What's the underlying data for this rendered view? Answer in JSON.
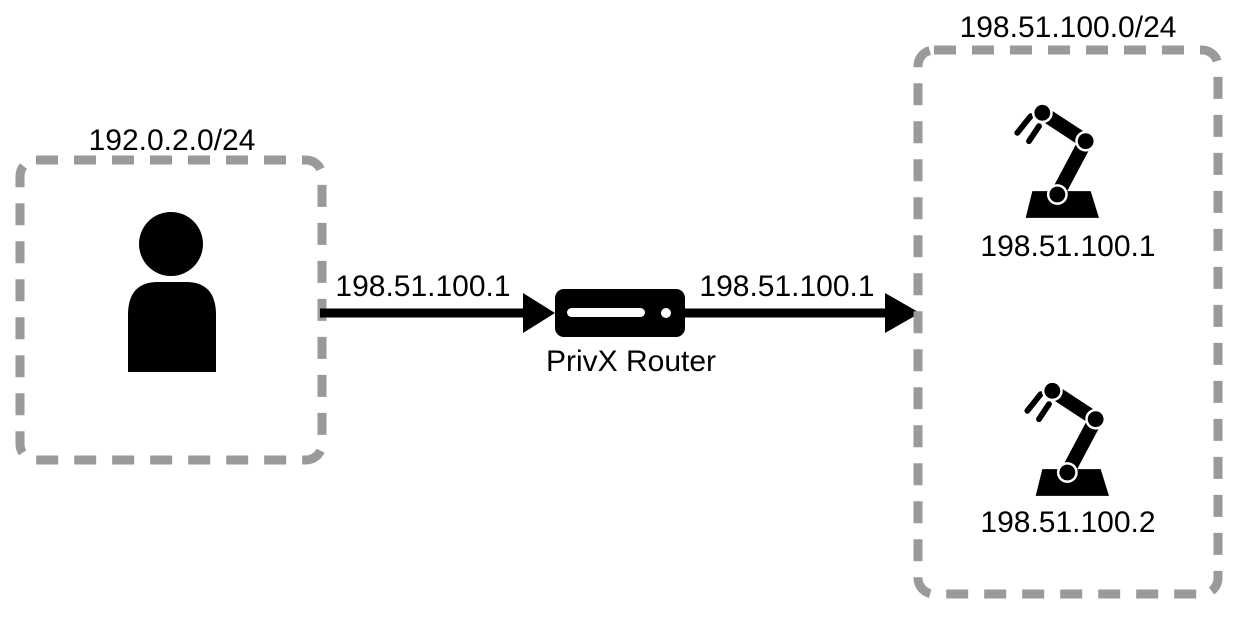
{
  "colors": {
    "background": "#ffffff",
    "foreground": "#000000",
    "zone_border": "#9a9a9a"
  },
  "left_zone": {
    "label": "192.0.2.0/24",
    "icon": "user-icon"
  },
  "right_zone": {
    "label": "198.51.100.0/24",
    "devices": [
      {
        "icon": "robot-arm-icon",
        "label": "198.51.100.1"
      },
      {
        "icon": "robot-arm-icon",
        "label": "198.51.100.2"
      }
    ]
  },
  "router": {
    "icon": "router-icon",
    "label": "PrivX Router"
  },
  "links": {
    "client_to_router": {
      "label": "198.51.100.1"
    },
    "router_to_targets": {
      "label": "198.51.100.1"
    }
  }
}
